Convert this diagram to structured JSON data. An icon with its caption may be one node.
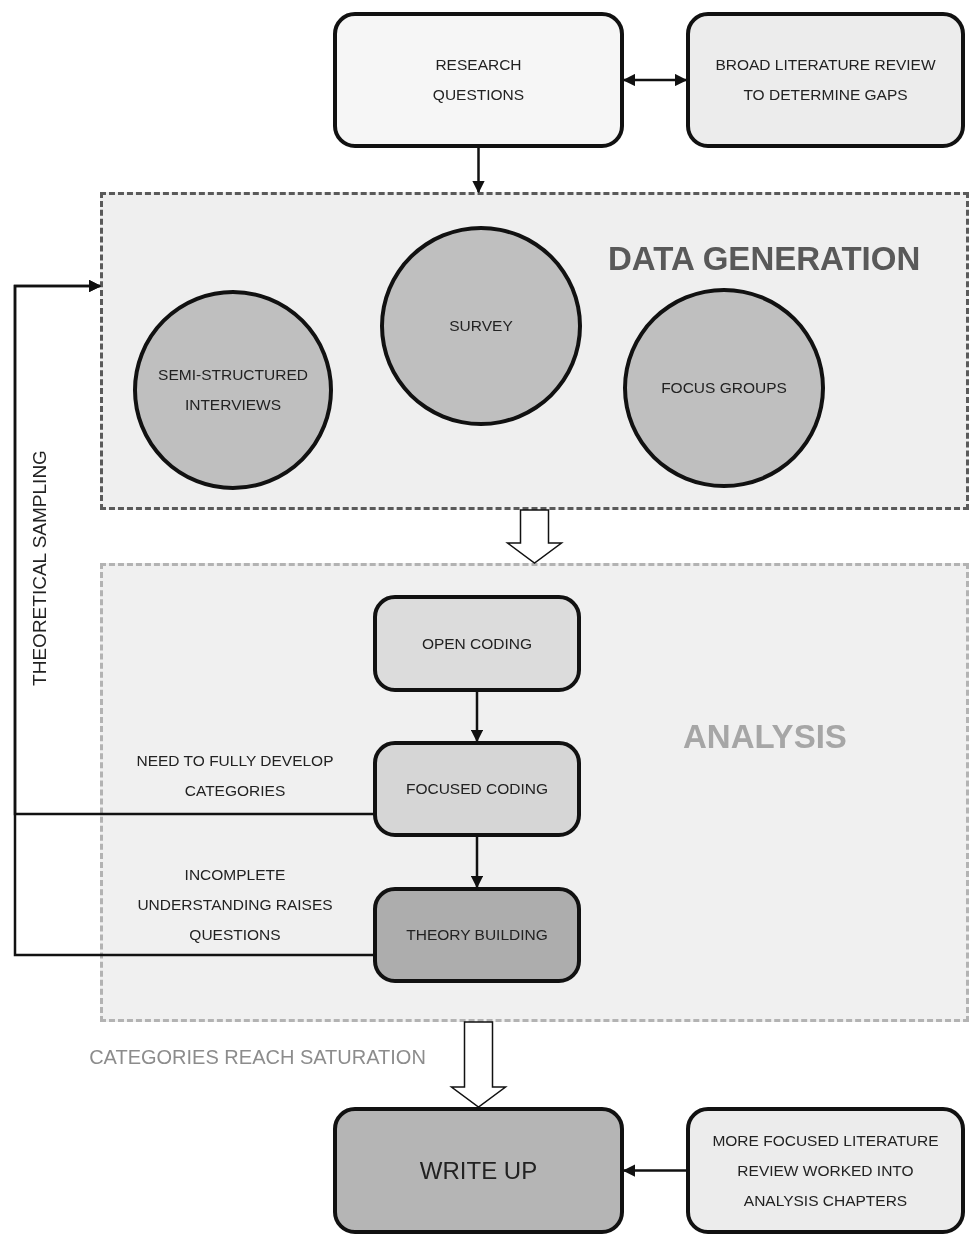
{
  "diagram": {
    "nodes": [
      {
        "text": [
          "RESEARCH QUESTIONS"
        ]
      },
      {
        "text": [
          "BROAD LITERATURE REVIEW TO DETERMINE GAPS"
        ]
      },
      {
        "text": [
          "DATA GENERATION"
        ]
      },
      {
        "text": [
          "SEMI-STRUCTURED INTERVIEWS"
        ],
        "in": 2
      },
      {
        "text": [
          "SURVEY"
        ],
        "in": 2
      },
      {
        "text": [
          "FOCUS GROUPS"
        ],
        "in": 2
      },
      {
        "text": [
          "ANALYSIS"
        ]
      },
      {
        "text": [
          "OPEN CODING"
        ],
        "in": 6
      },
      {
        "text": [
          "FOCUSED CODING"
        ],
        "in": 6
      },
      {
        "text": [
          "THEORY BUILDING"
        ],
        "in": 6
      },
      {
        "text": [
          "WRITE UP"
        ]
      },
      {
        "text": [
          "MORE FOCUSED LITERATURE REVIEW WORKED INTO ANALYSIS CHAPTERS"
        ]
      }
    ],
    "edges": [
      {
        "from": 0,
        "to": 1,
        "arrow": "both"
      },
      {
        "from": 0,
        "to": 2,
        "arrow": "to"
      },
      {
        "from": 2,
        "to": 6,
        "arrow": "to",
        "style": "thick"
      },
      {
        "from": 7,
        "to": 8,
        "arrow": "to"
      },
      {
        "from": 8,
        "to": 9,
        "arrow": "to"
      },
      {
        "from": 8,
        "to": 2,
        "arrow": "to",
        "label": "NEED TO FULLY DEVELOP CATEGORIES"
      },
      {
        "from": 9,
        "to": 2,
        "arrow": "to",
        "label": "INCOMPLETE UNDERSTANDING RAISES QUESTIONS"
      },
      {
        "from": 6,
        "to": 10,
        "arrow": "to",
        "style": "thick",
        "label": "CATEGORIES REACH SATURATION"
      },
      {
        "from": 11,
        "to": 10,
        "arrow": "to"
      }
    ],
    "labels": [
      "THEORETICAL SAMPLING"
    ]
  }
}
